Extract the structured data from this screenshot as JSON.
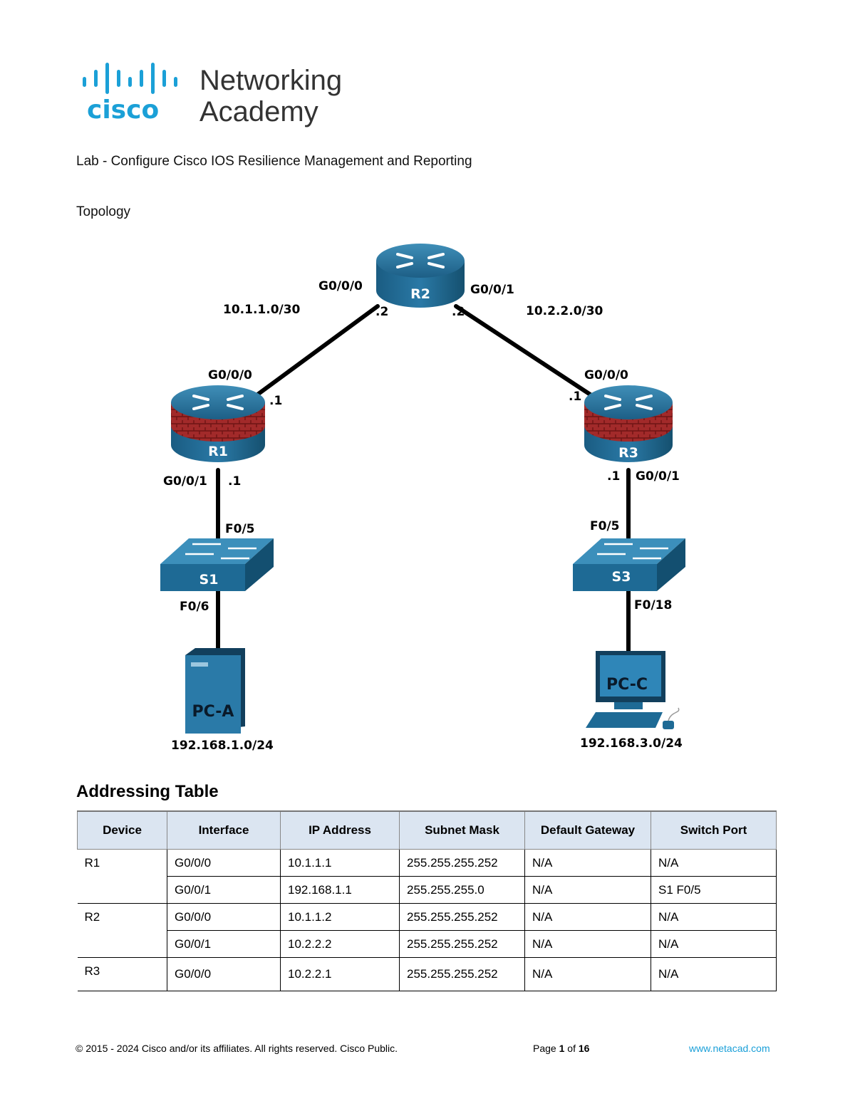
{
  "logo": {
    "brand": "cisco",
    "line1": "Networking",
    "line2": "Academy",
    "color": "#1ba0d7"
  },
  "title": "Lab - Configure Cisco IOS Resilience Management and Reporting",
  "section_topology": "Topology",
  "topology": {
    "devices": {
      "r1": "R1",
      "r2": "R2",
      "r3": "R3",
      "s1": "S1",
      "s3": "S3",
      "pca": "PC-A",
      "pcc": "PC-C"
    },
    "labels": {
      "net_r1_r2": "10.1.1.0/30",
      "net_r2_r3": "10.2.2.0/30",
      "r2_g000": "G0/0/0",
      "r2_g001": "G0/0/1",
      "r2_left_host": ".2",
      "r2_right_host": ".2",
      "r1_g000": "G0/0/0",
      "r1_g000_host": ".1",
      "r3_g000": "G0/0/0",
      "r3_g000_host": ".1",
      "r1_g001": "G0/0/1",
      "r1_g001_host": ".1",
      "r3_g001": "G0/0/1",
      "r3_g001_host": ".1",
      "s1_f05": "F0/5",
      "s3_f05": "F0/5",
      "s1_f06": "F0/6",
      "s3_f018": "F0/18",
      "lan_a": "192.168.1.0/24",
      "lan_c": "192.168.3.0/24"
    }
  },
  "addressing": {
    "heading": "Addressing Table",
    "columns": [
      "Device",
      "Interface",
      "IP Address",
      "Subnet Mask",
      "Default Gateway",
      "Switch Port"
    ],
    "rows": [
      {
        "device": "R1",
        "interface": "G0/0/0",
        "ip": "10.1.1.1",
        "mask": "255.255.255.252",
        "gateway": "N/A",
        "port": "N/A"
      },
      {
        "device": "",
        "interface": "G0/0/1",
        "ip": "192.168.1.1",
        "mask": "255.255.255.0",
        "gateway": "N/A",
        "port": "S1 F0/5"
      },
      {
        "device": "R2",
        "interface": "G0/0/0",
        "ip": "10.1.1.2",
        "mask": "255.255.255.252",
        "gateway": "N/A",
        "port": "N/A"
      },
      {
        "device": "",
        "interface": "G0/0/1",
        "ip": "10.2.2.2",
        "mask": "255.255.255.252",
        "gateway": "N/A",
        "port": "N/A"
      },
      {
        "device": "R3",
        "interface": "G0/0/0",
        "ip": "10.2.2.1",
        "mask": "255.255.255.252",
        "gateway": "N/A",
        "port": "N/A"
      }
    ]
  },
  "footer": {
    "copyright": "© 2015 - 2024 Cisco and/or its affiliates. All rights reserved. Cisco Public.",
    "page_prefix": "Page ",
    "page_current": "1",
    "page_mid": " of ",
    "page_total": "16",
    "link": "www.netacad.com"
  }
}
